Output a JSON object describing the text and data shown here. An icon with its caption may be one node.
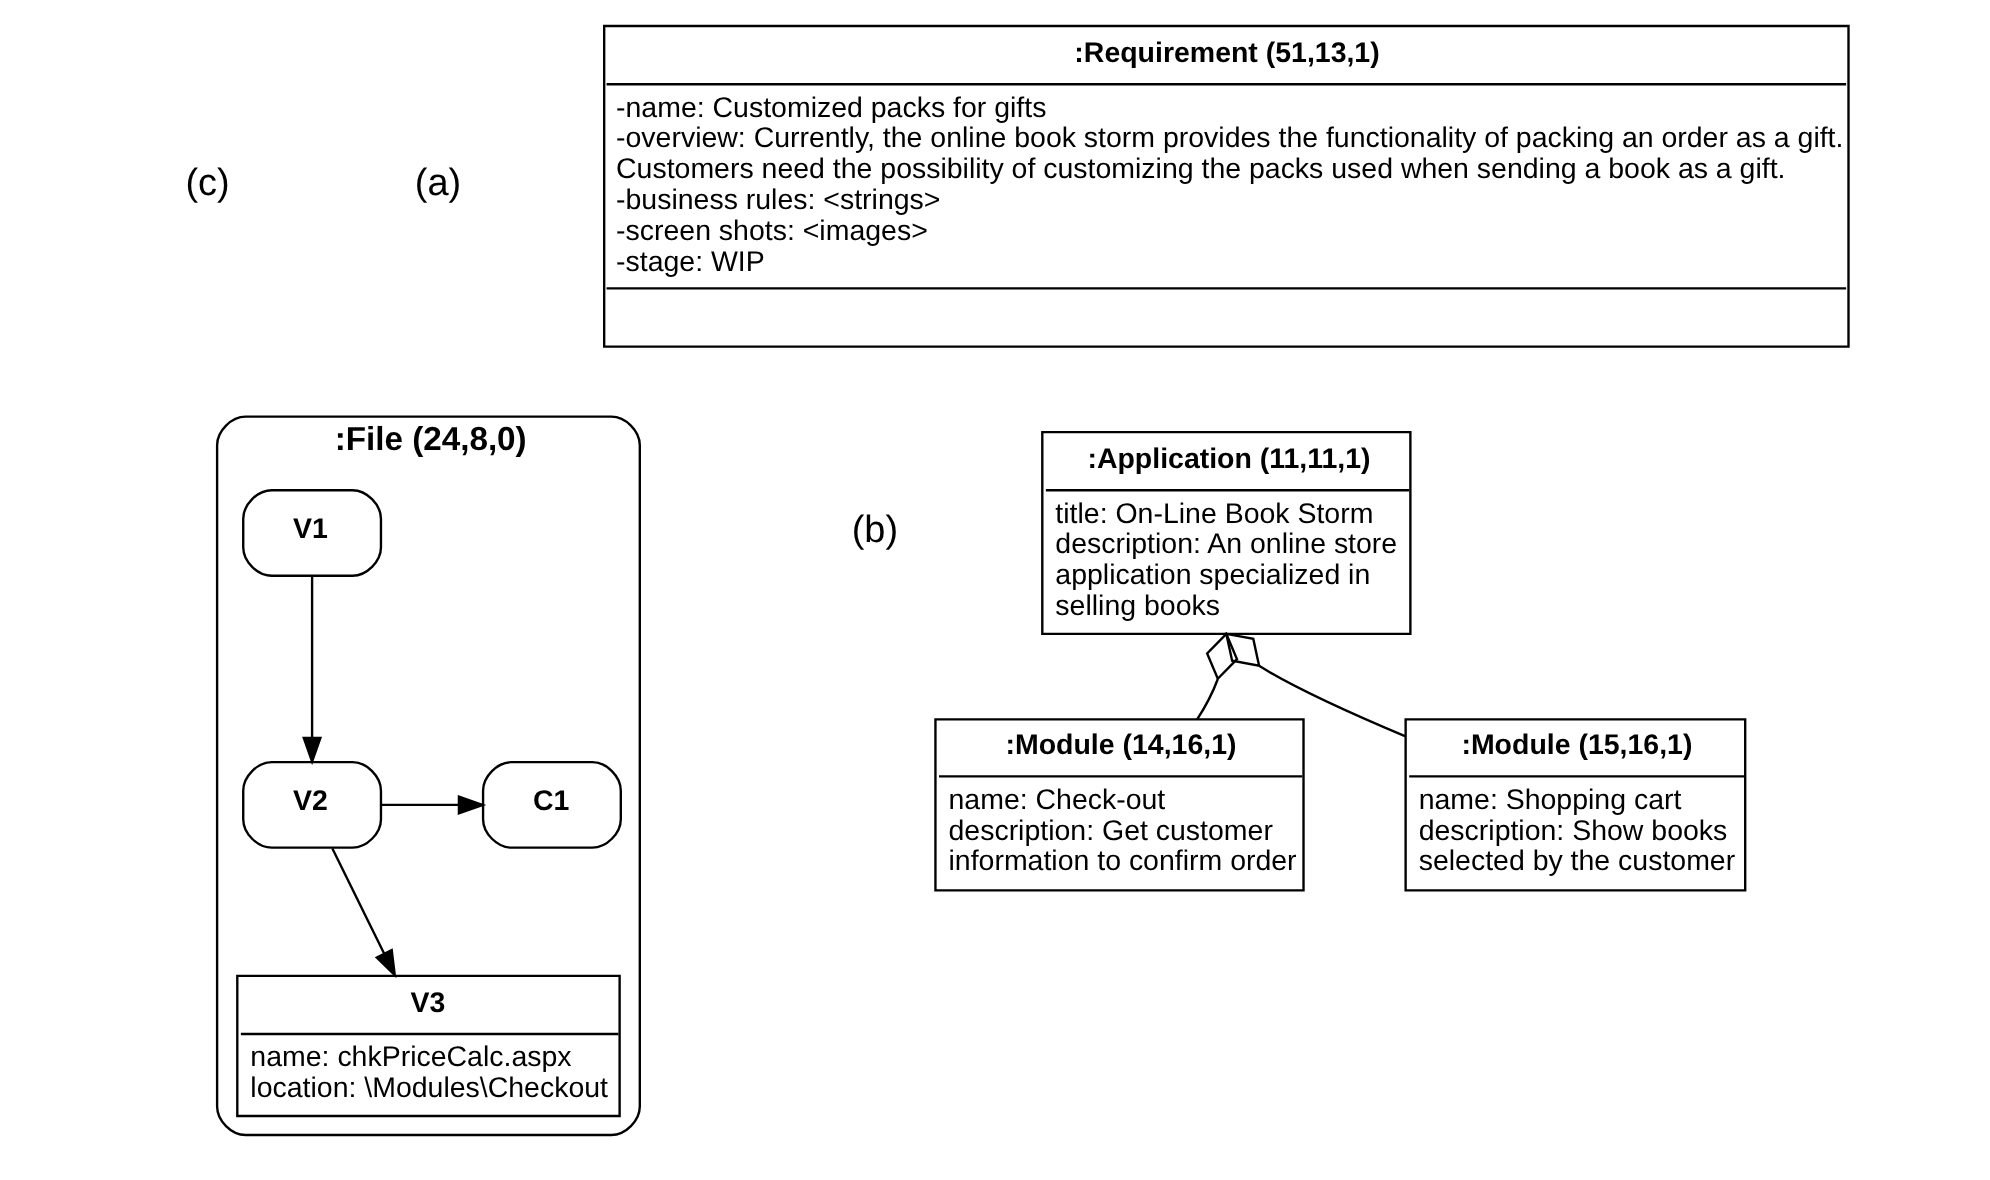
{
  "diagram": {
    "nodes": [
      {
        "text": [
          ":Requirement (51,13,1)",
          "-name: Customized packs for gifts",
          "-overview: Currently, the online book storm provides the functionality of packing an order as a gift. Customers need the possibility of customizing the packs used when sending a book as a gift.",
          "-business rules: <strings>",
          "-screen shots: <images>",
          "-stage: WIP"
        ]
      },
      {
        "text": [
          ":Application (11,11,1)",
          "title: On-Line Book Storm",
          "description: An online store application specialized in selling books"
        ]
      },
      {
        "text": [
          ":Module (14,16,1)",
          "name: Check-out",
          "description: Get customer information to confirm order"
        ]
      },
      {
        "text": [
          ":Module (15,16,1)",
          "name: Shopping cart",
          "description: Show books selected by the customer"
        ]
      },
      {
        "text": [
          ":File (24,8,0)"
        ]
      },
      {
        "text": [
          "V1"
        ],
        "in": 4
      },
      {
        "text": [
          "V2"
        ],
        "in": 4
      },
      {
        "text": [
          "C1"
        ],
        "in": 4
      },
      {
        "text": [
          "V3",
          "name: chkPriceCalc.aspx",
          "location: \\Modules\\Checkout"
        ],
        "in": 4
      }
    ],
    "edges": [
      {
        "from": 2,
        "to": 1,
        "arrow": "other"
      },
      {
        "from": 3,
        "to": 1,
        "arrow": "other"
      },
      {
        "from": 5,
        "to": 6,
        "arrow": "to"
      },
      {
        "from": 6,
        "to": 7,
        "arrow": "to"
      },
      {
        "from": 6,
        "to": 8,
        "arrow": "to"
      }
    ],
    "labels": [
      "(a)",
      "(b)",
      "(c)"
    ]
  }
}
